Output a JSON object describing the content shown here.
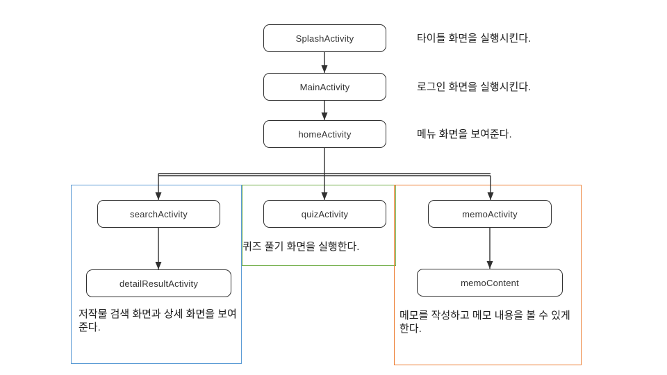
{
  "diagram": {
    "nodes": {
      "splash": {
        "label": "SplashActivity"
      },
      "main": {
        "label": "MainActivity"
      },
      "home": {
        "label": "homeActivity"
      },
      "search": {
        "label": "searchActivity"
      },
      "quiz": {
        "label": "quizActivity"
      },
      "memo": {
        "label": "memoActivity"
      },
      "detail_result": {
        "label": "detailResultActivity"
      },
      "memo_content": {
        "label": "memoContent"
      }
    },
    "annotations": {
      "splash_note": "타이틀 화면을 실행시킨다.",
      "main_note": "로그인 화면을 실행시킨다.",
      "home_note": "메뉴 화면을 보여준다.",
      "quiz_note": "퀴즈 풀기 화면을 실행한다.",
      "search_note": "저작물 검색 화면과 상세 화면을 보여\n준다.",
      "memo_note": "메모를 작성하고 메모 내용을 볼 수 있게\n한다."
    },
    "colors": {
      "search_group": "#5B9BD5",
      "quiz_group": "#70AD47",
      "memo_group": "#ED7D31",
      "connector": "#303030",
      "node_border": "#303030"
    }
  }
}
